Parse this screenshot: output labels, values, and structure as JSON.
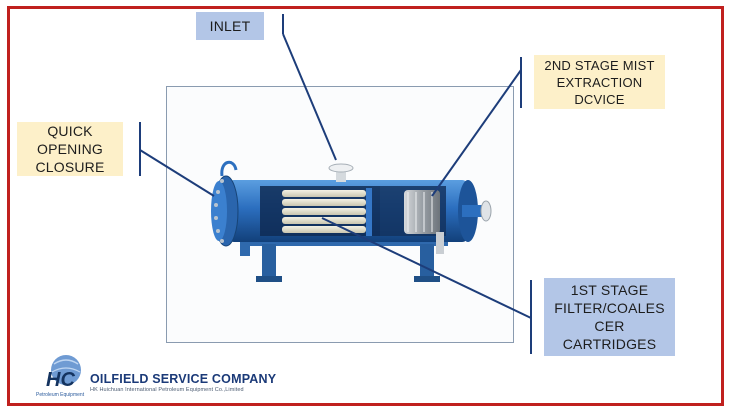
{
  "labels": {
    "inlet": [
      "INLET"
    ],
    "mist": [
      "2ND STAGE MIST",
      "EXTRACTION",
      "DCVICE"
    ],
    "quick": [
      "QUICK",
      "OPENING",
      "CLOSURE"
    ],
    "filter": [
      "1ST STAGE",
      "FILTER/COALES",
      "CER",
      "CARTRIDGES"
    ]
  },
  "company": {
    "name": "OILFIELD SERVICE COMPANY",
    "subtitle": "HK Huichuan International Petroleum Equipment Co.,Limited",
    "logo_text": "HC",
    "logo_caption": "Petroleum Equipment"
  },
  "colors": {
    "frame": "#c0201e",
    "label_blue": "#b3c6e7",
    "label_yellow": "#fdf0c9",
    "vessel_blue": "#2c6fbf",
    "leader_line": "#1d3d7a"
  }
}
